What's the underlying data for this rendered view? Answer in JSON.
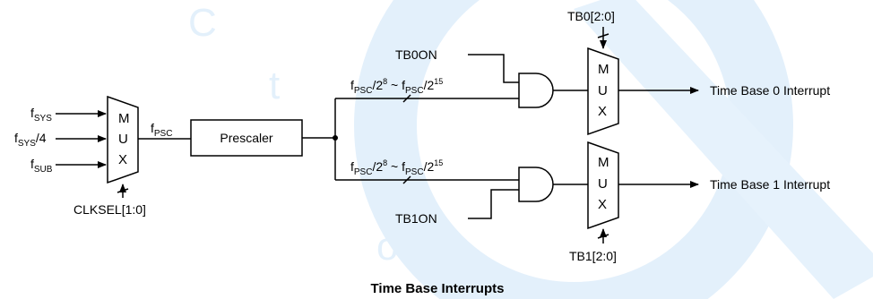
{
  "watermark_color": "#dfeefa",
  "inputs": {
    "fsys_base": "f",
    "fsys_sub": "SYS",
    "fsys4_base": "f",
    "fsys4_sub": "SYS",
    "fsys4_tail": "/4",
    "fsub_base": "f",
    "fsub_sub": "SUB"
  },
  "mux_letters": [
    "M",
    "U",
    "X"
  ],
  "clksel_label": "CLKSEL[1:0]",
  "fpsc": {
    "base": "f",
    "sub": "PSC"
  },
  "prescaler_label": "Prescaler",
  "range": {
    "f1": "f",
    "s1": "PSC",
    "t1": "/2",
    "e1": "8",
    "tilde": " ~ ",
    "f2": "f",
    "s2": "PSC",
    "t2": "/2",
    "e2": "15"
  },
  "tb0": {
    "enable_label": "TB0ON",
    "select_label": "TB0[2:0]",
    "output_label": "Time Base 0 Interrupt"
  },
  "tb1": {
    "enable_label": "TB1ON",
    "select_label": "TB1[2:0]",
    "output_label": "Time Base 1 Interrupt"
  },
  "title": "Time Base Interrupts"
}
